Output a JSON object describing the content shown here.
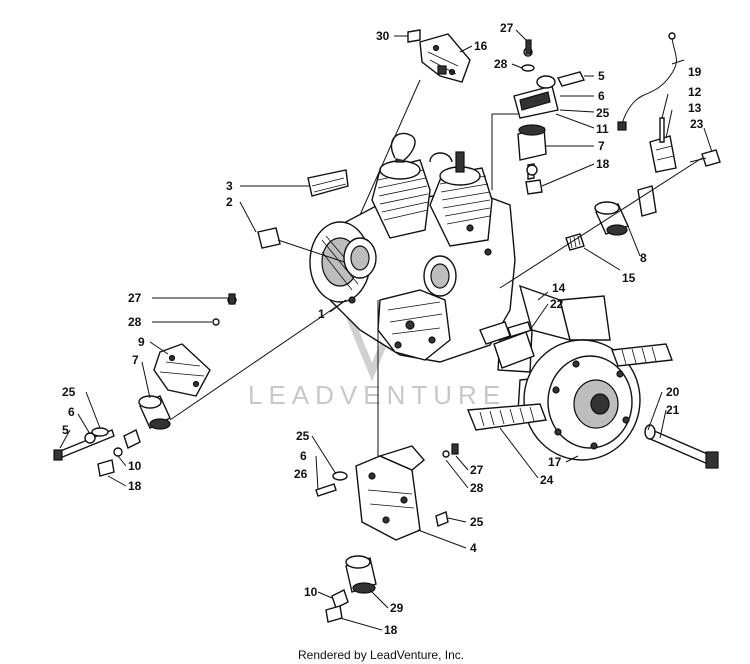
{
  "diagram": {
    "watermark": "LEADVENTURE",
    "credit": "Rendered by LeadVenture, Inc.",
    "callouts": [
      "30",
      "16",
      "27",
      "28",
      "5",
      "6",
      "25",
      "11",
      "7",
      "18",
      "19",
      "12",
      "13",
      "23",
      "3",
      "2",
      "8",
      "15",
      "27",
      "28",
      "1",
      "14",
      "22",
      "9",
      "7",
      "25",
      "6",
      "5",
      "10",
      "18",
      "20",
      "21",
      "17",
      "24",
      "25",
      "6",
      "26",
      "27",
      "28",
      "25",
      "4",
      "10",
      "29",
      "18"
    ]
  }
}
